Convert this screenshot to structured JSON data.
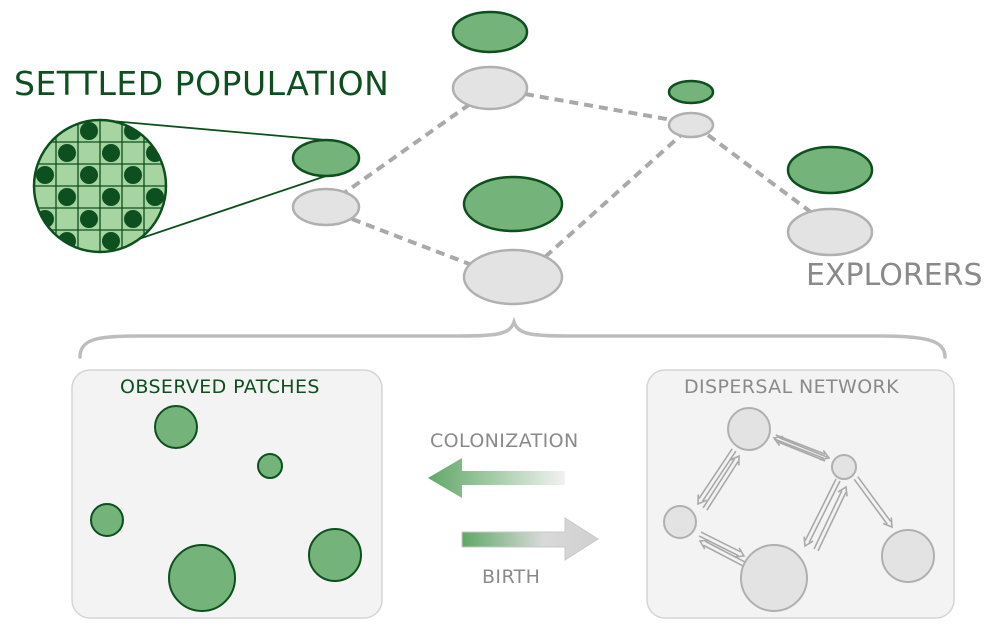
{
  "labels": {
    "settled_population": "SETTLED POPULATION",
    "explorers": "EXPLORERS",
    "observed_patches": "OBSERVED PATCHES",
    "dispersal_network": "DISPERSAL NETWORK",
    "colonization": "COLONIZATION",
    "birth": "BIRTH"
  },
  "colors": {
    "dark_green": "#0d4f1e",
    "green_fill": "#74b37a",
    "light_green": "#a6d5a2",
    "grey_fill": "#e3e3e3",
    "grey_stroke": "#b0b0b0",
    "dash_grey": "#a9a9a9",
    "label_grey": "#8a8a8a",
    "panel_fill": "#f3f3f3",
    "panel_stroke": "#d5d5d5"
  }
}
